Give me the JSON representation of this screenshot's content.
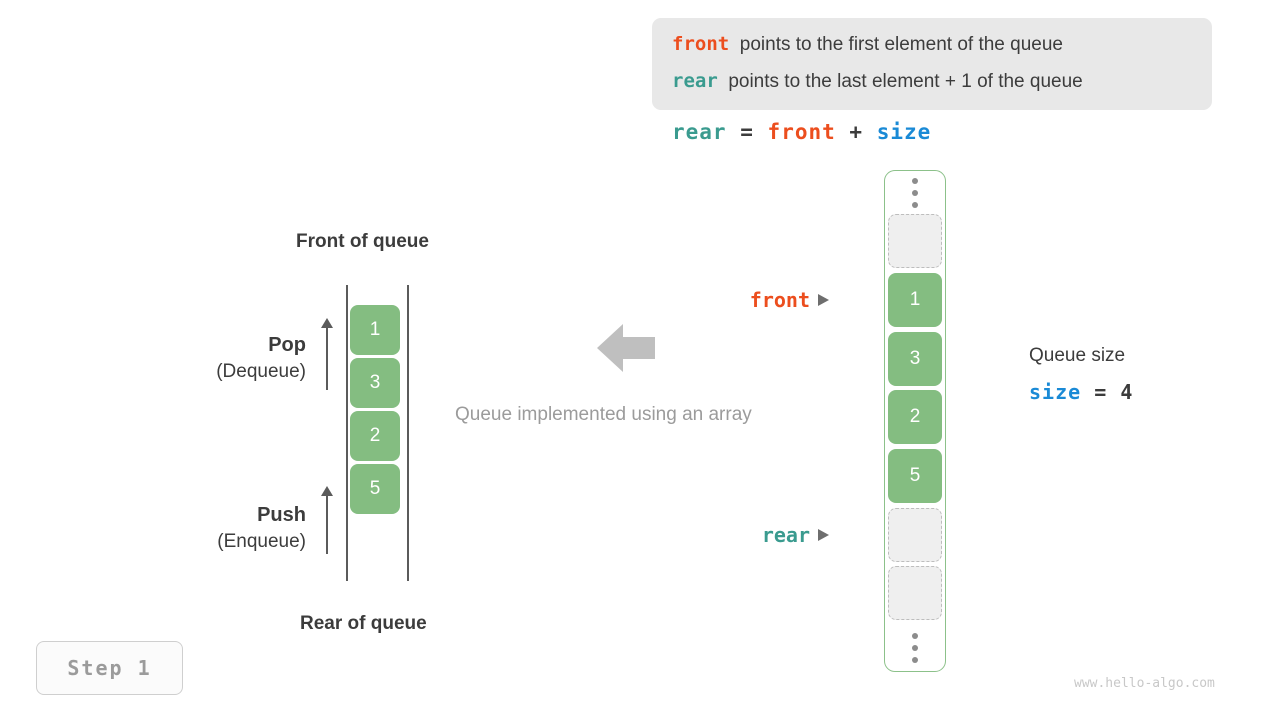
{
  "definition": {
    "front_keyword": "front",
    "front_text": "points to the first element of the queue",
    "rear_keyword": "rear",
    "rear_text": "points to the last element + 1 of the queue"
  },
  "formula": {
    "lhs": "rear",
    "eq": "=",
    "mid": "front",
    "plus": "+",
    "rhs": "size"
  },
  "left_diagram": {
    "top_label": "Front of queue",
    "bottom_label": "Rear of queue",
    "pop": {
      "title": "Pop",
      "subtitle": "(Dequeue)"
    },
    "push": {
      "title": "Push",
      "subtitle": "(Enqueue)"
    },
    "cells": [
      "1",
      "3",
      "2",
      "5"
    ]
  },
  "center": {
    "caption": "Queue implemented using an array",
    "arrow_direction": "left"
  },
  "array_column": {
    "top_ellipsis": "⋮",
    "bottom_ellipsis": "⋮",
    "slots": [
      {
        "type": "empty",
        "value": ""
      },
      {
        "type": "filled",
        "value": "1"
      },
      {
        "type": "filled",
        "value": "3"
      },
      {
        "type": "filled",
        "value": "2"
      },
      {
        "type": "filled",
        "value": "5"
      },
      {
        "type": "empty",
        "value": ""
      },
      {
        "type": "empty",
        "value": ""
      }
    ],
    "pointers": {
      "front": "front",
      "rear": "rear"
    }
  },
  "size_info": {
    "label": "Queue size",
    "keyword": "size",
    "eq": "=",
    "value": "4"
  },
  "step_badge": "Step 1",
  "watermark": "www.hello-algo.com",
  "colors": {
    "front": "#ec4e1e",
    "rear": "#3a9b8f",
    "size": "#1a8ad6",
    "element_green": "#84bd81",
    "container_border": "#8cc18a",
    "empty_slot": "#efefef",
    "muted": "#9b9b9b"
  }
}
